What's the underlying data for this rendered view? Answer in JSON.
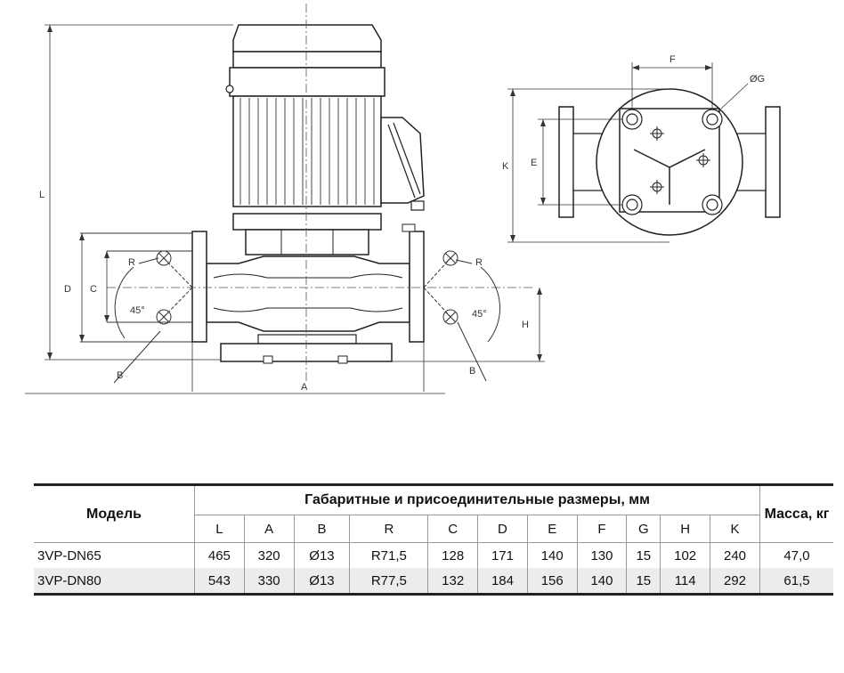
{
  "drawing": {
    "labels": {
      "L": "L",
      "A": "A",
      "B_left": "B",
      "B_right": "B",
      "R_left": "R",
      "R_right": "R",
      "D": "D",
      "C": "C",
      "H": "H",
      "K": "K",
      "E": "E",
      "F": "F",
      "G": "ØG",
      "angle_left": "45°",
      "angle_right": "45°"
    }
  },
  "table": {
    "model_header": "Модель",
    "group_header": "Габаритные и присоединительные размеры, мм",
    "mass_header": "Масса, кг",
    "columns": [
      "L",
      "A",
      "B",
      "R",
      "C",
      "D",
      "E",
      "F",
      "G",
      "H",
      "K"
    ],
    "rows": [
      {
        "model": "3VP-DN65",
        "values": [
          "465",
          "320",
          "Ø13",
          "R71,5",
          "128",
          "171",
          "140",
          "130",
          "15",
          "102",
          "240"
        ],
        "mass": "47,0"
      },
      {
        "model": "3VP-DN80",
        "values": [
          "543",
          "330",
          "Ø13",
          "R77,5",
          "132",
          "184",
          "156",
          "140",
          "15",
          "114",
          "292"
        ],
        "mass": "61,5"
      }
    ]
  }
}
